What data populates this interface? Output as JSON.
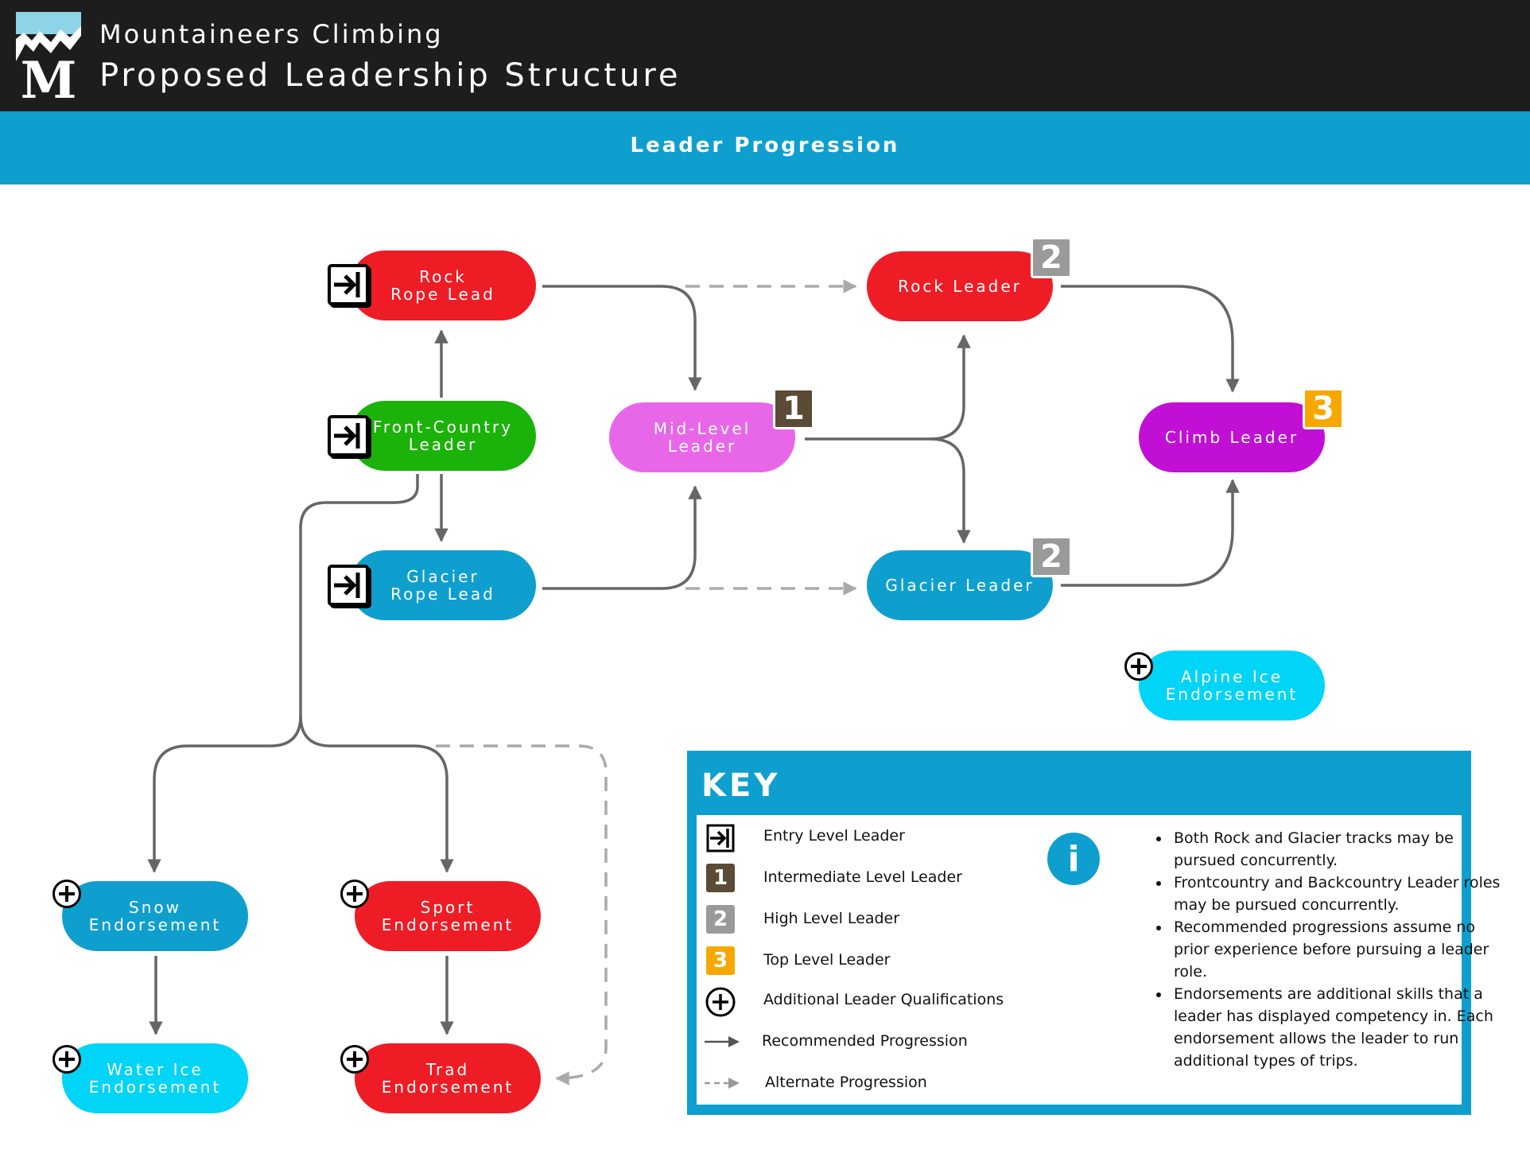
{
  "header": {
    "brand": "Mountaineers Climbing",
    "title": "Proposed Leadership Structure"
  },
  "banner": {
    "title": "Leader Progression"
  },
  "colors": {
    "red": "#ee1c25",
    "green": "#1bb20a",
    "blue": "#0f9fce",
    "cyan": "#00d4f7",
    "pink": "#e867e8",
    "purple": "#c10fd6",
    "level1": "#5b4a36",
    "level2": "#9a9a9a",
    "level3": "#f7a800",
    "arrow": "#666666",
    "alt_arrow": "#aaaaaa"
  },
  "nodes": {
    "rock_rope_lead": "Rock\nRope Lead",
    "front_country_leader": "Front-Country\nLeader",
    "glacier_rope_lead": "Glacier\nRope Lead",
    "mid_level_leader": "Mid-Level\nLeader",
    "rock_leader": "Rock Leader",
    "glacier_leader": "Glacier Leader",
    "climb_leader": "Climb Leader",
    "alpine_ice_endorsement": "Alpine Ice\nEndorsement",
    "snow_endorsement": "Snow\nEndorsement",
    "sport_endorsement": "Sport\nEndorsement",
    "water_ice_endorsement": "Water Ice\nEndorsement",
    "trad_endorsement": "Trad\nEndorsement"
  },
  "badges": {
    "mid_level": "1",
    "rock_leader": "2",
    "glacier_leader": "2",
    "climb_leader": "3"
  },
  "icons": {
    "entry": "entry-arrow-icon",
    "plus": "plus-circle-icon",
    "info": "info-icon"
  },
  "key": {
    "title": "KEY",
    "items": [
      {
        "label": "Entry Level Leader"
      },
      {
        "label": "Intermediate Level Leader",
        "badge": "1"
      },
      {
        "label": "High Level Leader",
        "badge": "2"
      },
      {
        "label": "Top Level Leader",
        "badge": "3"
      },
      {
        "label": "Additional Leader Qualifications"
      },
      {
        "label": "Recommended Progression"
      },
      {
        "label": "Alternate Progression"
      }
    ],
    "info_symbol": "i",
    "notes": [
      "Both Rock and Glacier tracks may be pursued concurrently.",
      "Frontcountry and Backcountry Leader roles may be pursued concurrently.",
      "Recommended progressions assume no prior experience before pursuing a leader role.",
      "Endorsements are additional skills that a leader has displayed competency in. Each endorsement allows the leader to run additional types of trips."
    ]
  }
}
